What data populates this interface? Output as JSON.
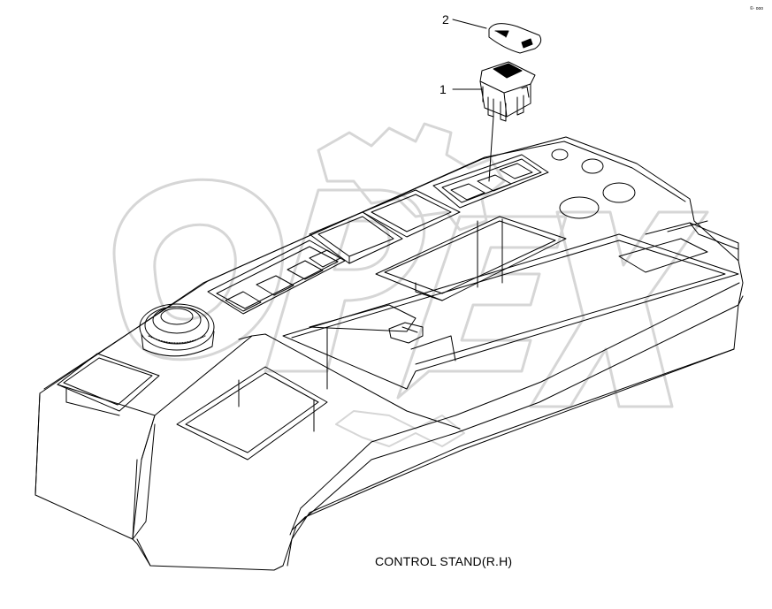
{
  "diagram": {
    "caption": "CONTROL STAND(R.H)",
    "callouts": [
      {
        "label": "1",
        "part": "rocker-switch"
      },
      {
        "label": "2",
        "part": "switch-cap"
      }
    ],
    "watermark_text": "OPEX",
    "corner_mark": "©· ooo"
  },
  "colors": {
    "line": "#000000",
    "watermark": "#d9d9d9",
    "background": "#ffffff"
  }
}
